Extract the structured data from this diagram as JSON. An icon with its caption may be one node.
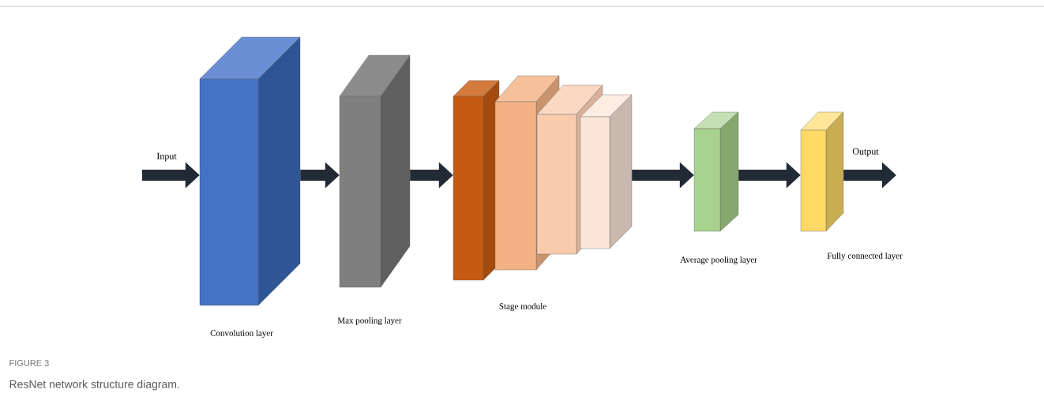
{
  "diagram": {
    "caption": "ResNet network structure diagram.",
    "nodes": [
      {
        "text": [],
        "shape": "box",
        "beside": [
          "Convolution layer"
        ]
      },
      {
        "text": [],
        "shape": "box",
        "beside": [
          "Max pooling layer"
        ]
      },
      {
        "text": [],
        "shape": "box",
        "beside": [
          "Stage module"
        ]
      },
      {
        "text": [],
        "shape": "box",
        "beside": [
          "Average pooling layer"
        ]
      },
      {
        "text": [],
        "shape": "box",
        "beside": [
          "Fully connected layer"
        ]
      }
    ],
    "edges": [
      {
        "from": null,
        "to": 0,
        "arrow": "to",
        "label": "Input"
      },
      {
        "from": 0,
        "to": 1,
        "arrow": "to"
      },
      {
        "from": 1,
        "to": 2,
        "arrow": "to"
      },
      {
        "from": 2,
        "to": 3,
        "arrow": "to"
      },
      {
        "from": 3,
        "to": 4,
        "arrow": "to"
      },
      {
        "from": 4,
        "to": null,
        "arrow": "to",
        "label": "Output"
      }
    ],
    "labels": [
      "FIGURE 3"
    ]
  }
}
